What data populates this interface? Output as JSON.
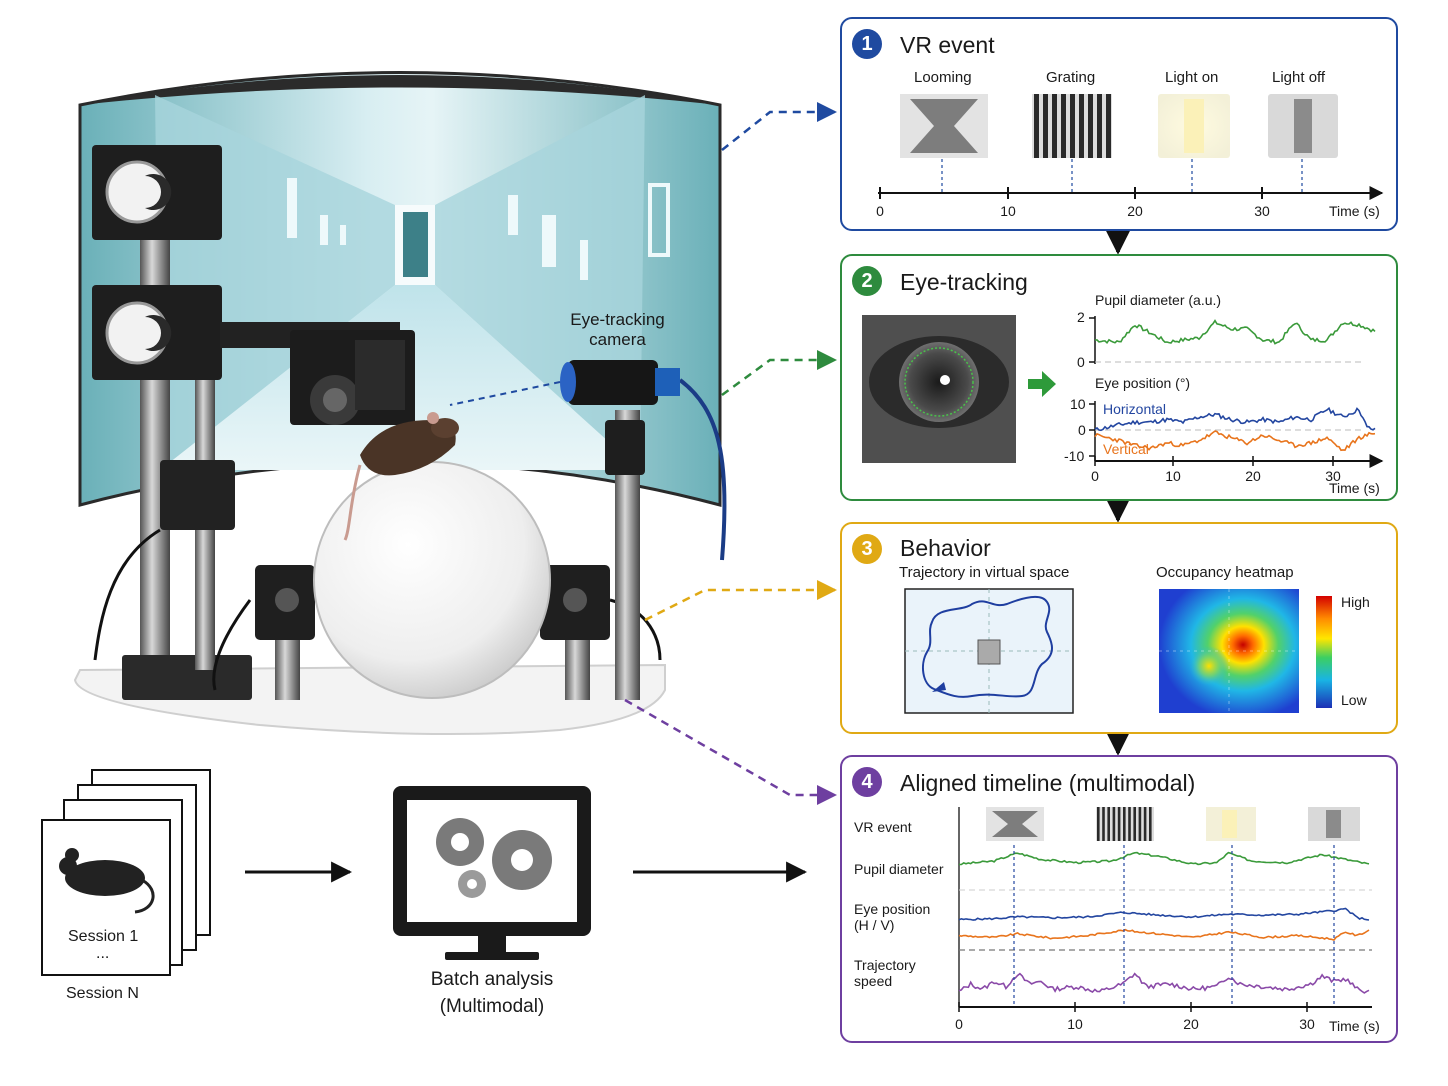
{
  "colors": {
    "vr_event": "#1f4aa0",
    "eye_tracking": "#2e8b3e",
    "behavior": "#e0a914",
    "aligned": "#6e3fa0",
    "pupil_trace": "#3a9a3a",
    "horizontal_trace": "#2346a0",
    "vertical_trace": "#e8741c",
    "speed_trace": "#8a4aa8"
  },
  "rig": {
    "camera_label": "Eye-tracking\ncamera"
  },
  "bottom_flow": {
    "session_first": "Session 1",
    "session_ellipsis": "...",
    "session_last": "Session N",
    "batch_label": "Batch analysis\n(Multimodal)"
  },
  "panel1": {
    "number": "1",
    "title": "VR event",
    "stimuli": [
      "Looming",
      "Grating",
      "Light on",
      "Light off"
    ],
    "axis": {
      "ticks": [
        "0",
        "10",
        "20",
        "30"
      ],
      "unit": "Time (s)"
    }
  },
  "panel2": {
    "number": "2",
    "title": "Eye-tracking",
    "pupil_label": "Pupil diameter (a.u.)",
    "pupil_ticks": [
      "2",
      "0"
    ],
    "eye_label": "Eye position (°)",
    "eye_ticks": [
      "10",
      "0",
      "-10"
    ],
    "horizontal_label": "Horizontal",
    "vertical_label": "Vertical",
    "axis": {
      "ticks": [
        "0",
        "10",
        "20",
        "30"
      ],
      "unit": "Time (s)"
    }
  },
  "panel3": {
    "number": "3",
    "title": "Behavior",
    "trajectory_label": "Trajectory in virtual space",
    "heatmap_label": "Occupancy heatmap",
    "colorbar_high": "High",
    "colorbar_low": "Low"
  },
  "panel4": {
    "number": "4",
    "title": "Aligned timeline (multimodal)",
    "rows": [
      "VR event",
      "Pupil diameter",
      "Eye position\n(H / V)",
      "Trajectory\nspeed"
    ],
    "axis": {
      "ticks": [
        "0",
        "10",
        "20",
        "30"
      ],
      "unit": "Time (s)"
    }
  },
  "chart_data": [
    {
      "type": "line",
      "ylabel": "Pupil diameter (a.u.)",
      "xlabel": "Time (s)",
      "xlim": [
        0,
        35
      ],
      "ylim": [
        0,
        2
      ],
      "series": [
        {
          "x": [
            0,
            3,
            5,
            7,
            9,
            11,
            13,
            15,
            17,
            19,
            21,
            23,
            25,
            27,
            29,
            31,
            33,
            35
          ],
          "values": [
            1.0,
            0.9,
            1.7,
            1.3,
            0.9,
            1.0,
            1.1,
            1.8,
            1.5,
            1.5,
            1.0,
            0.9,
            1.8,
            1.0,
            1.0,
            1.8,
            1.7,
            1.4
          ]
        }
      ]
    },
    {
      "type": "line",
      "ylabel": "Eye position (°)",
      "xlabel": "Time (s)",
      "xlim": [
        0,
        35
      ],
      "ylim": [
        -10,
        10
      ],
      "series": [
        {
          "name": "Horizontal",
          "x": [
            0,
            3,
            5,
            7,
            9,
            11,
            13,
            15,
            17,
            19,
            21,
            23,
            25,
            27,
            29,
            31,
            33,
            34,
            35
          ],
          "values": [
            0,
            2,
            3,
            3,
            4,
            3,
            5,
            6,
            4,
            3,
            4,
            3,
            5,
            4,
            8,
            5,
            8,
            1,
            0
          ]
        },
        {
          "name": "Vertical",
          "x": [
            0,
            3,
            5,
            7,
            9,
            11,
            13,
            15,
            17,
            19,
            21,
            23,
            25,
            27,
            29,
            31,
            33,
            34,
            35
          ],
          "values": [
            -2,
            -4,
            -6,
            -7,
            -5,
            -6,
            -4,
            -1,
            -3,
            -5,
            -2,
            -4,
            -6,
            -5,
            -3,
            -8,
            -3,
            -2,
            -1
          ]
        }
      ]
    },
    {
      "type": "line",
      "xlabel": "Time (s)",
      "xlim": [
        0,
        35
      ],
      "series": [
        {
          "name": "Pupil diameter",
          "x": [
            0,
            3,
            5,
            7,
            10,
            13,
            15,
            17,
            20,
            22,
            23,
            25,
            28,
            31,
            33,
            35
          ],
          "values": [
            0.3,
            0.5,
            1.0,
            0.6,
            0.4,
            0.5,
            1.0,
            0.8,
            0.3,
            0.4,
            1.0,
            0.5,
            0.4,
            0.9,
            0.6,
            0.3
          ]
        },
        {
          "name": "Horizontal",
          "x": [
            0,
            3,
            5,
            8,
            11,
            14,
            17,
            20,
            23,
            26,
            29,
            32,
            33,
            34,
            35
          ],
          "values": [
            0.3,
            0.35,
            0.45,
            0.4,
            0.45,
            0.7,
            0.55,
            0.45,
            0.6,
            0.55,
            0.6,
            0.8,
            0.9,
            0.4,
            0.3
          ]
        },
        {
          "name": "Vertical",
          "x": [
            0,
            3,
            5,
            8,
            11,
            14,
            17,
            20,
            23,
            26,
            29,
            32,
            33,
            34,
            35
          ],
          "values": [
            -0.2,
            -0.3,
            -0.1,
            -0.35,
            -0.2,
            0.1,
            -0.1,
            -0.3,
            0.0,
            -0.3,
            -0.2,
            -0.4,
            0.0,
            -0.2,
            0.1
          ]
        },
        {
          "name": "Trajectory speed",
          "x": [
            0,
            1,
            2,
            3,
            4,
            5,
            6,
            7,
            8,
            10,
            12,
            14,
            15,
            16,
            18,
            20,
            22,
            23,
            24,
            26,
            28,
            30,
            31,
            32,
            33,
            34,
            35
          ],
          "values": [
            0.2,
            0.5,
            0.3,
            0.6,
            0.4,
            0.9,
            0.5,
            0.6,
            0.3,
            0.4,
            0.2,
            0.5,
            0.9,
            0.4,
            0.5,
            0.3,
            0.4,
            0.8,
            0.5,
            0.4,
            0.3,
            0.5,
            0.8,
            0.6,
            0.7,
            0.3,
            0.2
          ]
        }
      ]
    }
  ]
}
